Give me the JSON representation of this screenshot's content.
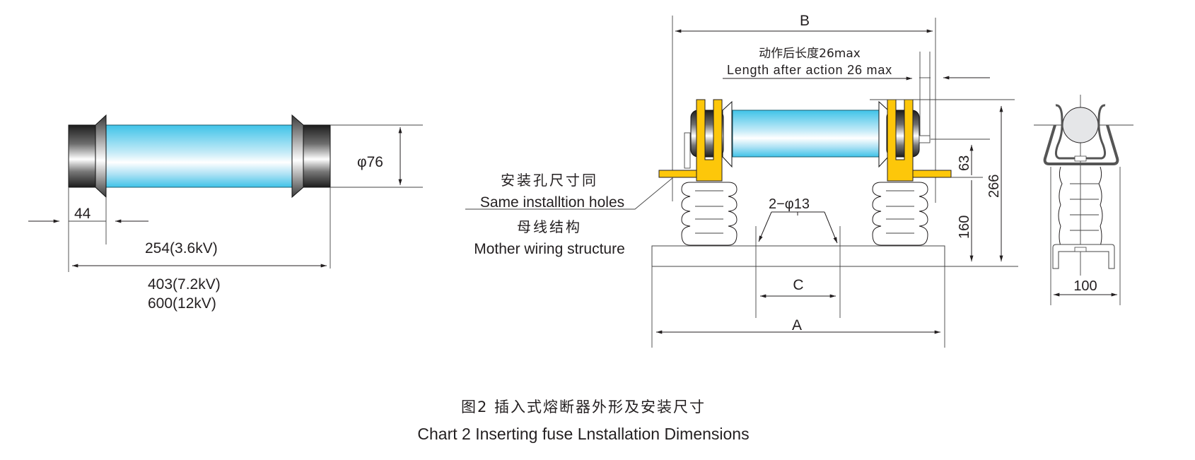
{
  "figure": {
    "caption_cn": "图2 插入式熔断器外形及安装尺寸",
    "caption_en": "Chart 2 Inserting fuse Lnstallation Dimensions"
  },
  "fuse_view": {
    "end_cap_length": "44",
    "diameter": "φ76",
    "length_3_6kv": "254(3.6kV)",
    "length_7_2kv": "403(7.2kV)",
    "length_12kv": "600(12kV)"
  },
  "mounted_view": {
    "dim_b": "B",
    "dim_a": "A",
    "dim_c": "C",
    "action_length_cn": "动作后长度26max",
    "action_length_en": "Length after action 26 max",
    "holes_cn": "安装孔尺寸同",
    "holes_en": "Same installtion holes",
    "busbar_cn": "母线结构",
    "busbar_en": "Mother wiring structure",
    "mount_holes": "2−φ13",
    "dim_63": "63",
    "dim_160": "160",
    "dim_266": "266"
  },
  "end_view": {
    "width": "100"
  },
  "colors": {
    "tube_blue": "#3fc3e8",
    "bracket_yellow": "#fdc70a",
    "line": "#231f20"
  }
}
